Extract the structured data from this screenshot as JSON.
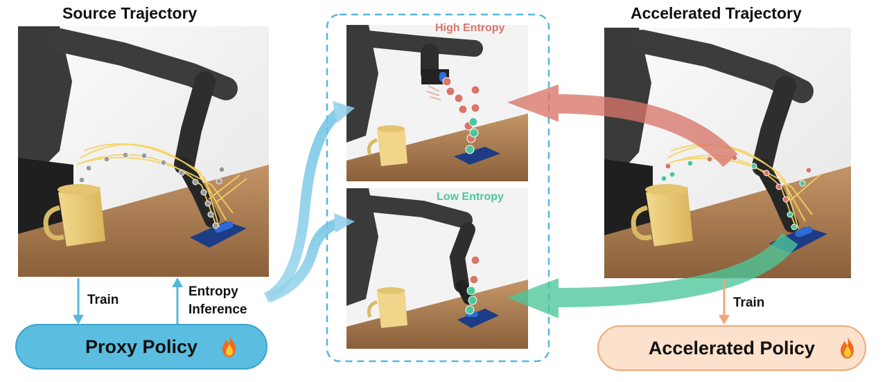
{
  "source": {
    "title": "Source Trajectory"
  },
  "accelerated": {
    "title": "Accelerated Trajectory"
  },
  "center": {
    "high_label": "High Entropy",
    "low_label": "Low Entropy"
  },
  "left_arrows": {
    "train_label": "Train",
    "entropy_label_line1": "Entropy",
    "entropy_label_line2": "Inference"
  },
  "right_arrows": {
    "train_label": "Train"
  },
  "proxy_policy": {
    "label": "Proxy Policy",
    "icon": "fire-icon"
  },
  "accelerated_policy": {
    "label": "Accelerated Policy",
    "icon": "fire-icon"
  },
  "colors": {
    "blue_accent": "#57b6dc",
    "proxy_fill": "#5bbde0",
    "orange_fill": "#fce1cc",
    "orange_border": "#f1a877",
    "high_entropy": "#d9766a",
    "low_entropy": "#4cc79a",
    "dashed_box": "#57b6dc"
  }
}
